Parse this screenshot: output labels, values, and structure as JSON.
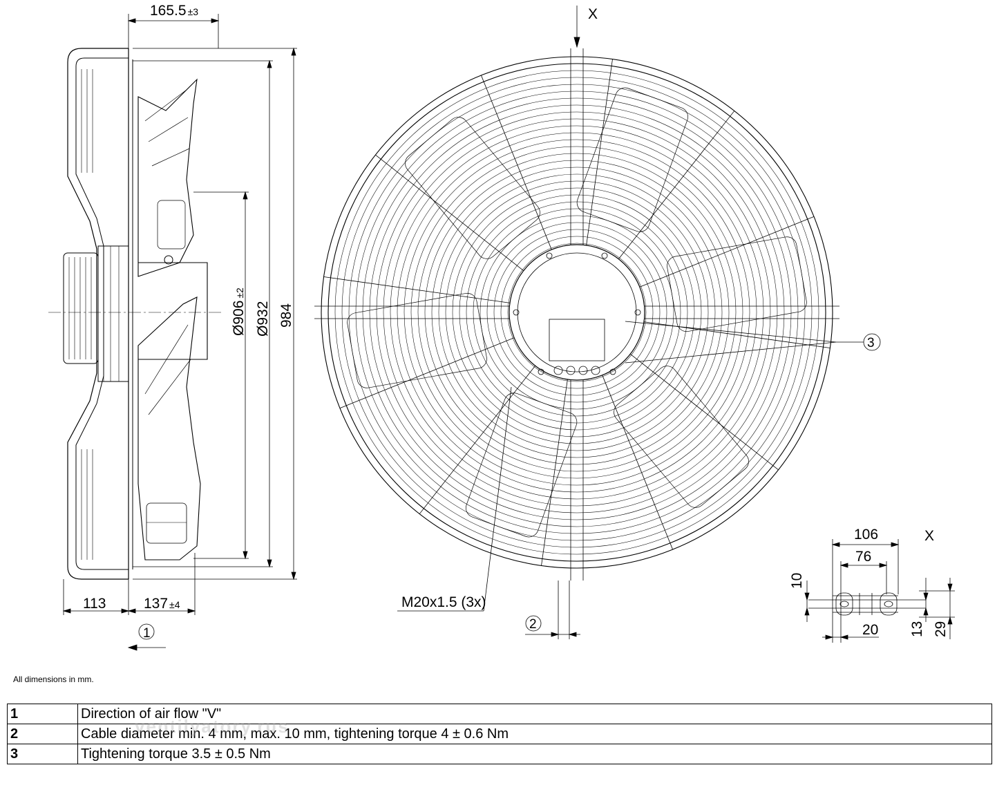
{
  "dimensions": {
    "top_width": "165.5",
    "top_width_tol": "±3",
    "dia_906": "Ø906",
    "dia_906_tol": "±2",
    "dia_932": "Ø932",
    "height_984": "984",
    "depth_113": "113",
    "depth_137": "137",
    "depth_137_tol": "±4",
    "cable_gland": "M20x1.5 (3x)",
    "detail_view": "X",
    "detail_106": "106",
    "detail_76": "76",
    "detail_10": "10",
    "detail_20": "20",
    "detail_13": "13",
    "detail_29": "29"
  },
  "callouts": {
    "c1": "1",
    "c2": "2",
    "c3": "3"
  },
  "note": "All dimensions in mm.",
  "legend": [
    {
      "num": "1",
      "text": "Direction of air flow \"V\""
    },
    {
      "num": "2",
      "text": "Cable diameter min. 4 mm, max. 10 mm, tightening torque 4 ± 0.6 Nm"
    },
    {
      "num": "3",
      "text": "Tightening torque 3.5 ± 0.5 Nm"
    }
  ],
  "watermark": "ventilyatory.rus"
}
